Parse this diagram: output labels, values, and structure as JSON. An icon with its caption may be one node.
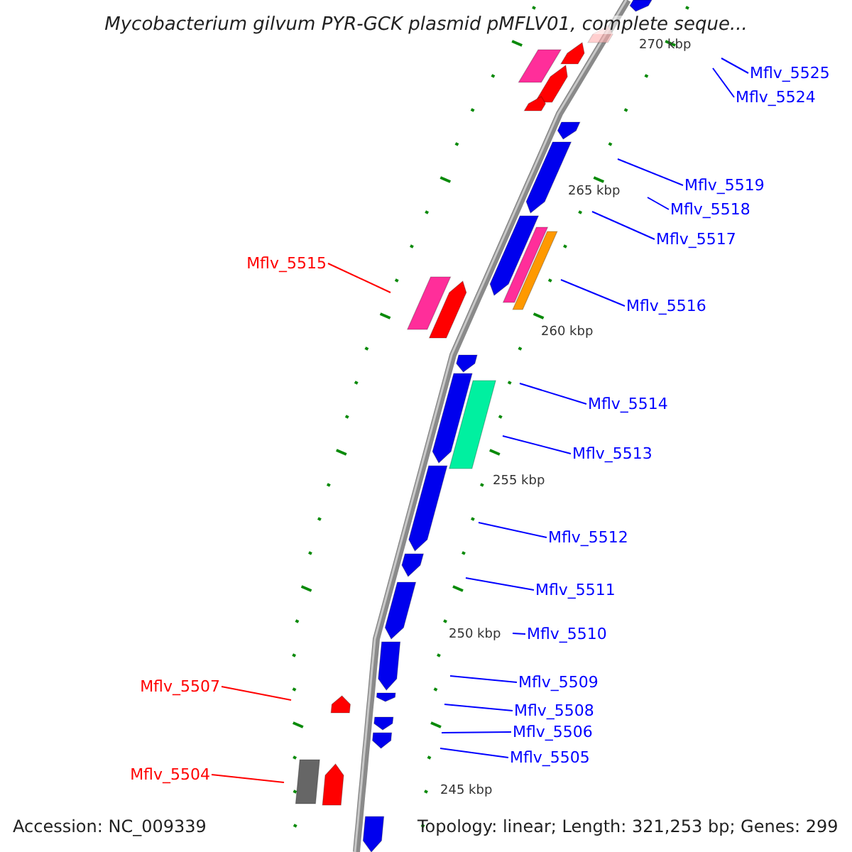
{
  "diagram": {
    "title": "Mycobacterium gilvum PYR-GCK plasmid pMFLV01, complete seque...",
    "nodes": [
      {
        "text": [
          "Mflv_5525"
        ]
      },
      {
        "text": [
          "Mflv_5524"
        ]
      },
      {
        "text": [
          "Mflv_5519"
        ]
      },
      {
        "text": [
          "Mflv_5518"
        ]
      },
      {
        "text": [
          "Mflv_5517"
        ]
      },
      {
        "text": [
          "Mflv_5515"
        ]
      },
      {
        "text": [
          "Mflv_5516"
        ]
      },
      {
        "text": [
          "Mflv_5514"
        ]
      },
      {
        "text": [
          "Mflv_5513"
        ]
      },
      {
        "text": [
          "Mflv_5512"
        ]
      },
      {
        "text": [
          "Mflv_5511"
        ]
      },
      {
        "text": [
          "Mflv_5510"
        ]
      },
      {
        "text": [
          "Mflv_5509"
        ]
      },
      {
        "text": [
          "Mflv_5507"
        ]
      },
      {
        "text": [
          "Mflv_5508"
        ]
      },
      {
        "text": [
          "Mflv_5506"
        ]
      },
      {
        "text": [
          "Mflv_5505"
        ]
      },
      {
        "text": [
          "Mflv_5504"
        ]
      }
    ],
    "edges": [
      {
        "from": 0,
        "to": null,
        "arrow": "none"
      },
      {
        "from": 1,
        "to": null,
        "arrow": "none"
      },
      {
        "from": 2,
        "to": null,
        "arrow": "none"
      },
      {
        "from": 3,
        "to": null,
        "arrow": "none"
      },
      {
        "from": 4,
        "to": null,
        "arrow": "none"
      },
      {
        "from": 5,
        "to": null,
        "arrow": "none",
        "color": "#ff0000"
      },
      {
        "from": 6,
        "to": null,
        "arrow": "none"
      },
      {
        "from": 7,
        "to": null,
        "arrow": "none"
      },
      {
        "from": 8,
        "to": null,
        "arrow": "none"
      },
      {
        "from": 9,
        "to": null,
        "arrow": "none"
      },
      {
        "from": 10,
        "to": null,
        "arrow": "none"
      },
      {
        "from": 11,
        "to": null,
        "arrow": "none"
      },
      {
        "from": 12,
        "to": null,
        "arrow": "none"
      },
      {
        "from": 13,
        "to": null,
        "arrow": "none",
        "color": "#ff0000"
      },
      {
        "from": 14,
        "to": null,
        "arrow": "none"
      },
      {
        "from": 15,
        "to": null,
        "arrow": "none"
      },
      {
        "from": 16,
        "to": null,
        "arrow": "none"
      },
      {
        "from": 17,
        "to": null,
        "arrow": "none",
        "color": "#ff0000"
      }
    ],
    "labels": [
      "270 kbp",
      "265 kbp",
      "260 kbp",
      "255 kbp",
      "250 kbp",
      "245 kbp",
      "Accession: NC_009339",
      "Topology: linear; Length: 321,253 bp; Genes: 299"
    ]
  }
}
